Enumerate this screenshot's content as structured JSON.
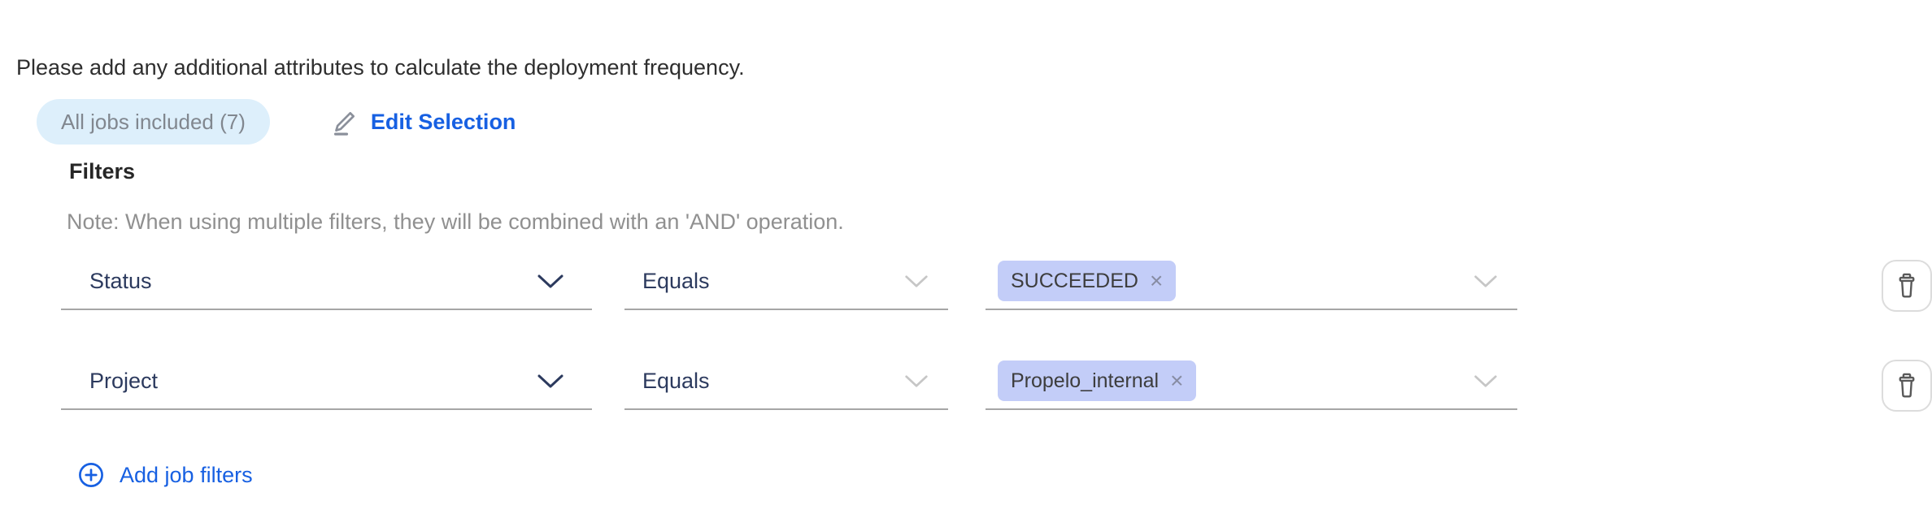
{
  "intro": "Please add any additional attributes to calculate the deployment frequency.",
  "jobs": {
    "badge_label": "All jobs included (7)",
    "edit_label": "Edit Selection"
  },
  "filters": {
    "heading": "Filters",
    "note": "Note: When using multiple filters, they will be combined with an 'AND' operation.",
    "add_label": "Add job filters",
    "rows": [
      {
        "attribute": "Status",
        "operator": "Equals",
        "values": [
          "SUCCEEDED"
        ]
      },
      {
        "attribute": "Project",
        "operator": "Equals",
        "values": [
          "Propelo_internal"
        ]
      }
    ]
  },
  "glyphs": {
    "remove_tag": "×"
  },
  "icons": {
    "edit": "pencil-underline-icon",
    "add": "plus-circle-icon",
    "delete": "trash-icon",
    "dropdown": "chevron-down-icon"
  },
  "colors": {
    "link_blue": "#1760e2",
    "badge_bg": "#ddeffb",
    "badge_text": "#81878f",
    "tag_bg": "#c3cdf8",
    "field_text": "#2c3a5e",
    "note_gray": "#909090",
    "underline_gray": "#a6a6a6",
    "icon_gray": "#595959"
  }
}
